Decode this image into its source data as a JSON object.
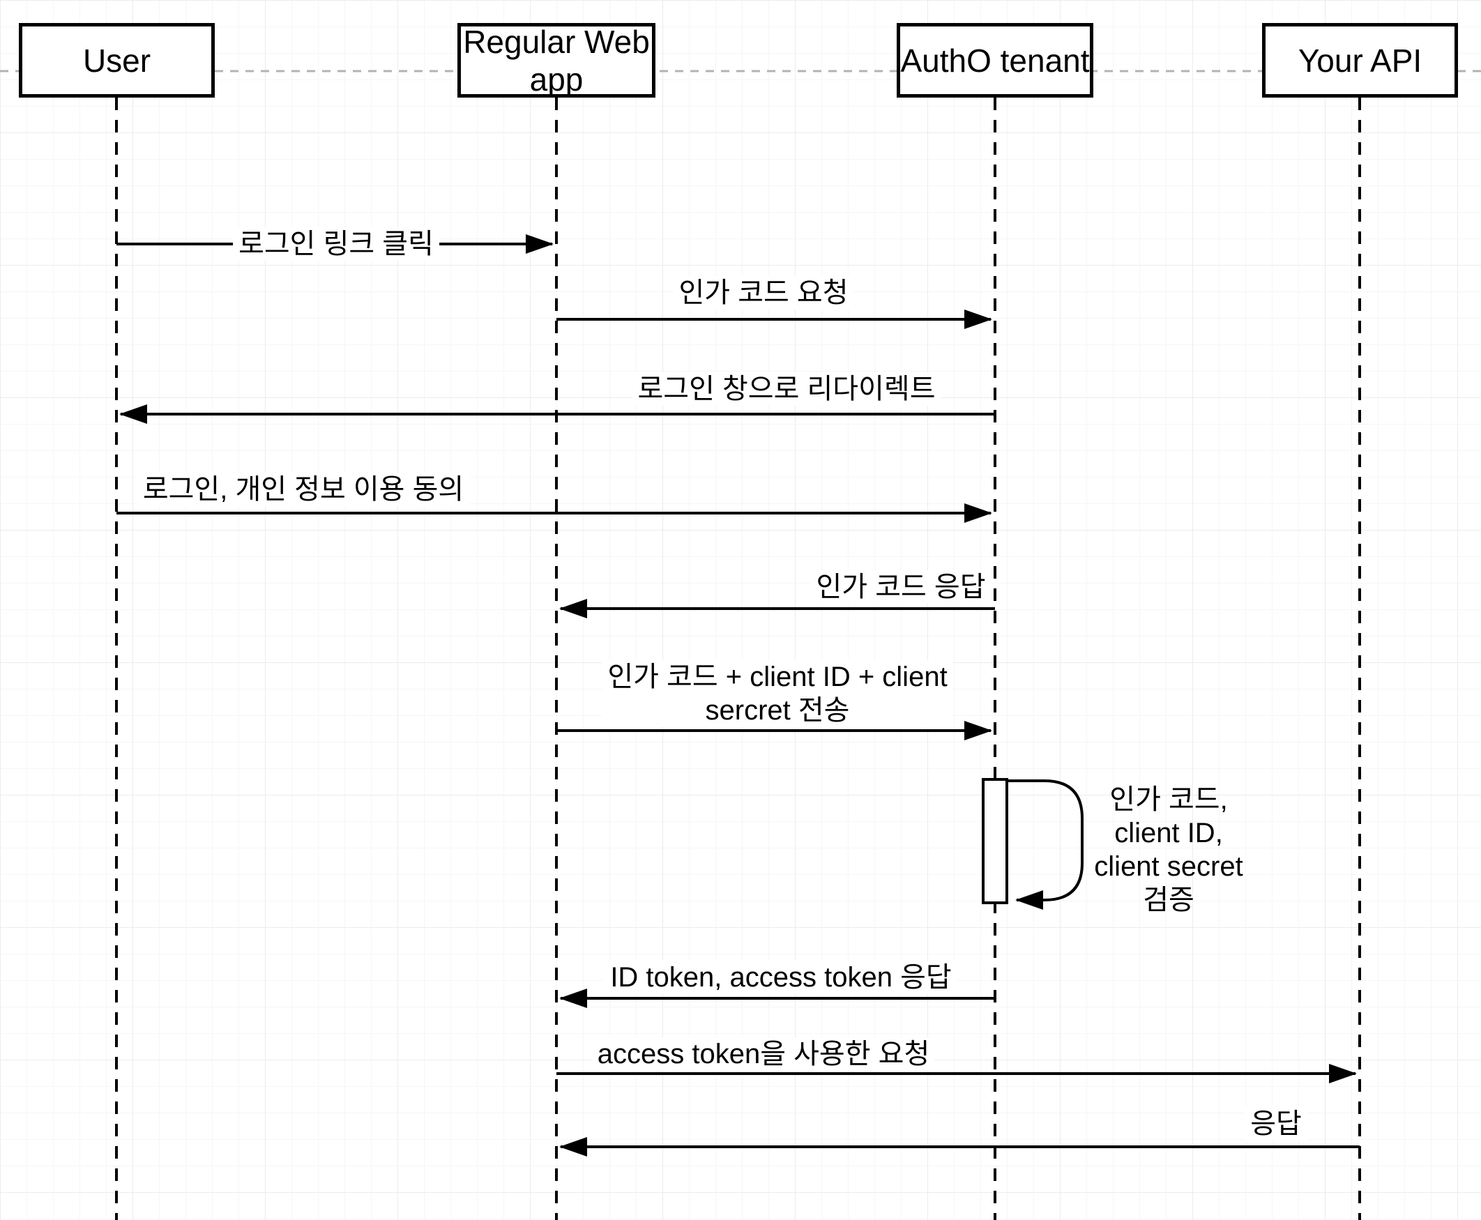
{
  "diagram": {
    "type": "sequence-diagram",
    "actors": [
      {
        "id": "user",
        "label": "User",
        "lines": [
          "User"
        ]
      },
      {
        "id": "regular-web-app",
        "label": "Regular Web app",
        "lines": [
          "Regular Web",
          "app"
        ]
      },
      {
        "id": "auth0-tenant",
        "label": "AuthO tenant",
        "lines": [
          "AuthO tenant"
        ]
      },
      {
        "id": "your-api",
        "label": "Your API",
        "lines": [
          "Your API"
        ]
      }
    ],
    "messages": [
      {
        "from": "user",
        "to": "regular-web-app",
        "label": "로그인 링크 클릭"
      },
      {
        "from": "regular-web-app",
        "to": "auth0-tenant",
        "label": "인가 코드 요청"
      },
      {
        "from": "auth0-tenant",
        "to": "user",
        "label": "로그인 창으로 리다이렉트"
      },
      {
        "from": "user",
        "to": "auth0-tenant",
        "label": "로그인, 개인 정보 이용 동의"
      },
      {
        "from": "auth0-tenant",
        "to": "regular-web-app",
        "label": "인가 코드 응답"
      },
      {
        "from": "regular-web-app",
        "to": "auth0-tenant",
        "label": "인가 코드 + client ID + client sercret 전송",
        "lines": [
          "인가 코드 + client ID + client",
          "sercret 전송"
        ]
      },
      {
        "from": "auth0-tenant",
        "to": "auth0-tenant",
        "self": true,
        "label": "인가 코드, client ID, client secret 검증",
        "lines": [
          "인가 코드,",
          "client ID,",
          "client secret",
          "검증"
        ]
      },
      {
        "from": "auth0-tenant",
        "to": "regular-web-app",
        "label": "ID token, access token 응답"
      },
      {
        "from": "regular-web-app",
        "to": "your-api",
        "label": "access token을 사용한 요청"
      },
      {
        "from": "your-api",
        "to": "regular-web-app",
        "label": "응답"
      }
    ],
    "colors": {
      "stroke": "#000000",
      "shape_fill": "#ffffff",
      "head_separator_gray": "#b3b3b3",
      "grid_minor": "#f6f6f6",
      "grid_major": "#ececec"
    }
  }
}
